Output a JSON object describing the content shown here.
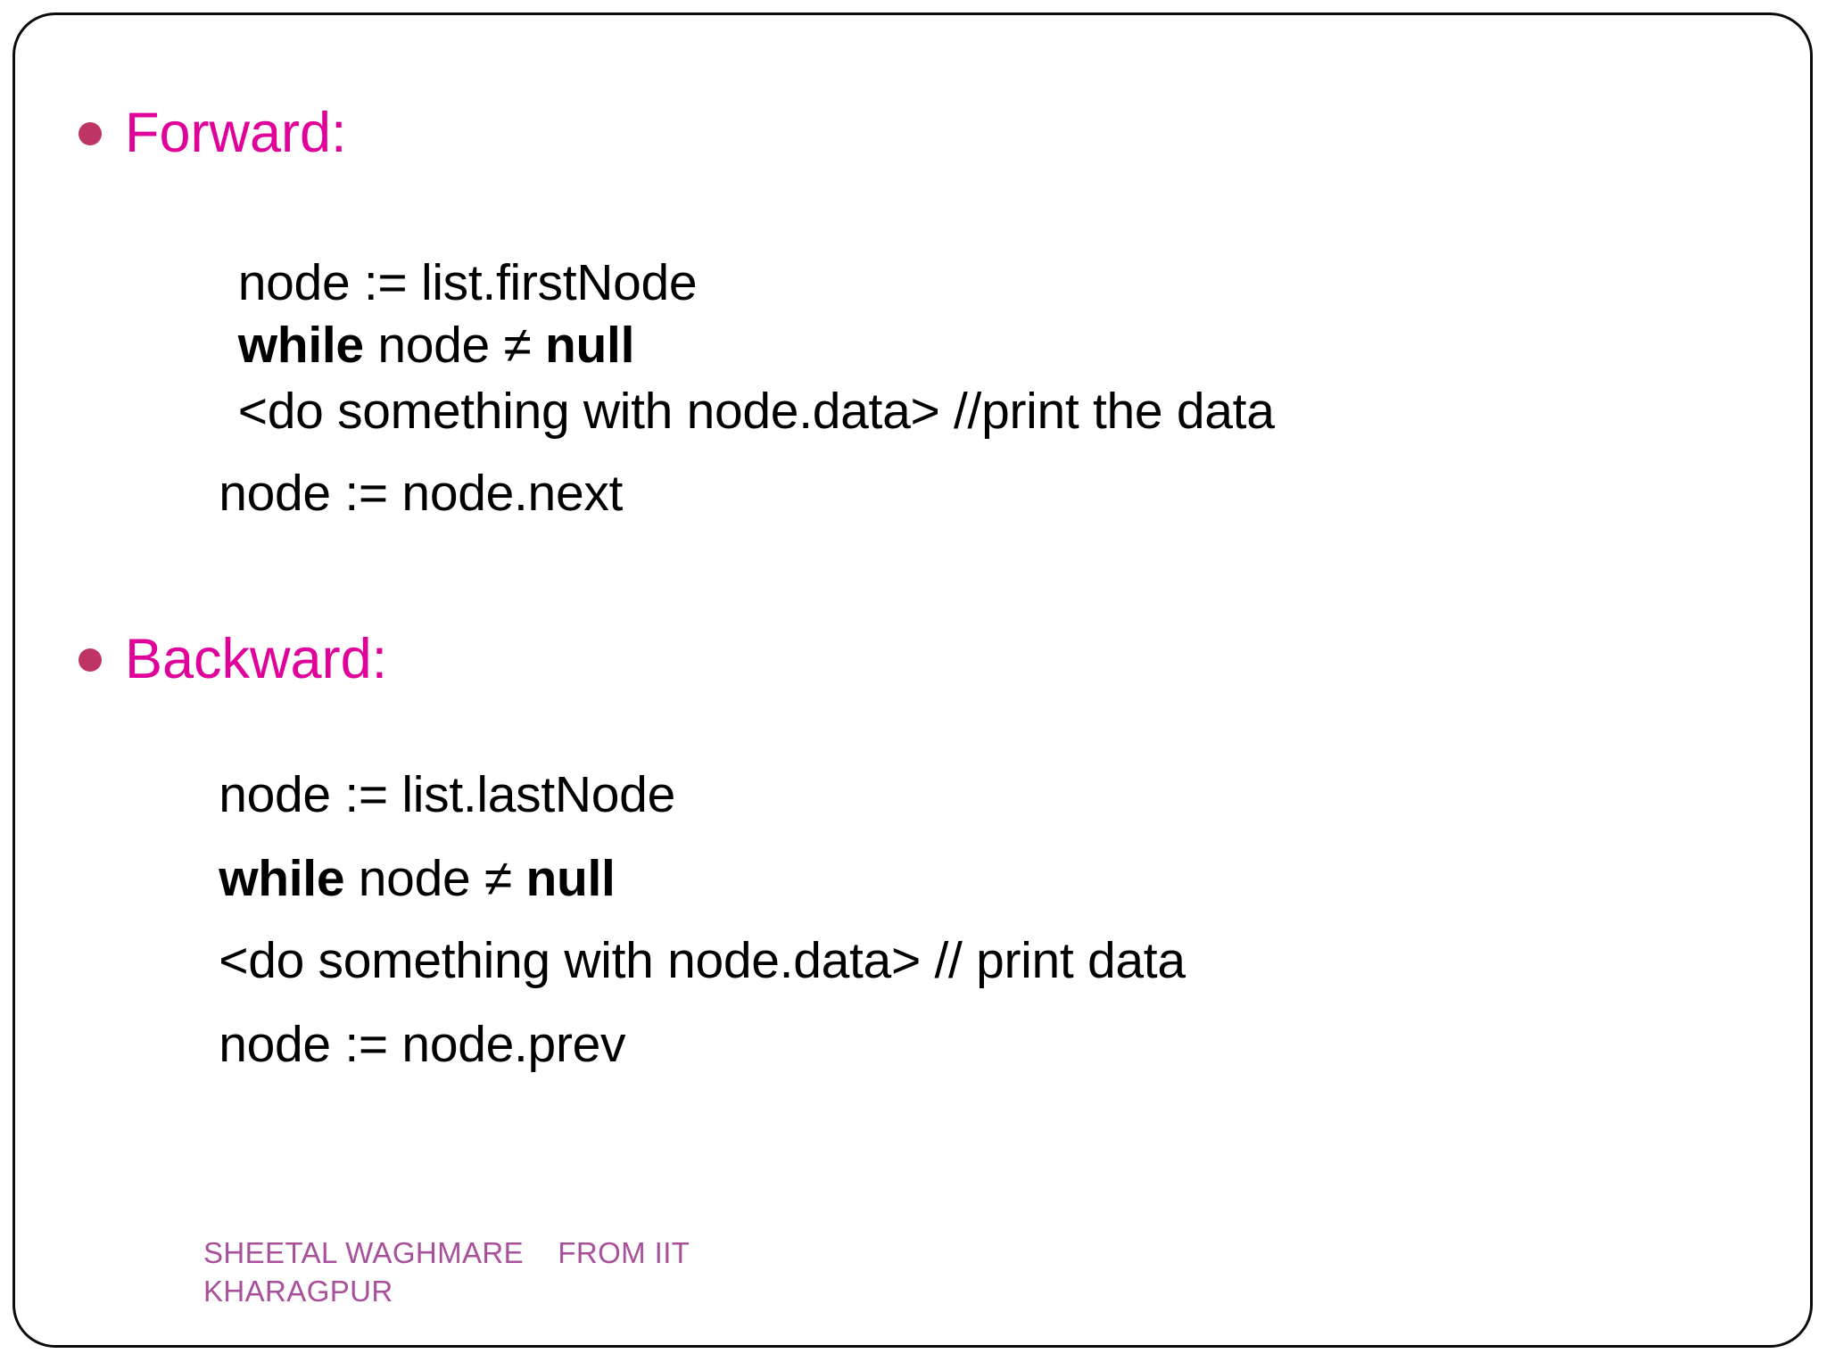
{
  "slide": {
    "background_color": "#ffffff",
    "border_color": "#0b0b0b",
    "accent_color": "#e0009a",
    "bullet_color": "#bd3465",
    "footer_color": "#a8509a",
    "text_color": "#000000"
  },
  "sections": [
    {
      "heading": "Forward:",
      "lines": [
        {
          "pre": " node := list.firstNode",
          "bold1": "",
          "mid": "",
          "bold2": "",
          "post": ""
        },
        {
          "pre": " ",
          "bold1": "while",
          "mid": " node ≠ ",
          "bold2": "null",
          "post": ""
        },
        {
          "pre": " <do something with node.data> //print the data",
          "bold1": "",
          "mid": "",
          "bold2": "",
          "post": ""
        },
        {
          "pre": "node := node.next",
          "bold1": "",
          "mid": "",
          "bold2": "",
          "post": ""
        }
      ]
    },
    {
      "heading": "Backward:",
      "lines": [
        {
          "pre": "node := list.lastNode",
          "bold1": "",
          "mid": "",
          "bold2": "",
          "post": ""
        },
        {
          "pre": "",
          "bold1": "while",
          "mid": " node ≠ ",
          "bold2": "null",
          "post": ""
        },
        {
          "pre": "<do something with node.data> // print data",
          "bold1": "",
          "mid": "",
          "bold2": "",
          "post": ""
        },
        {
          "pre": "node := node.prev",
          "bold1": "",
          "mid": "",
          "bold2": "",
          "post": ""
        }
      ]
    }
  ],
  "footer": {
    "line1": "SHEETAL WAGHMARE    FROM IIT",
    "line2": "KHARAGPUR"
  }
}
